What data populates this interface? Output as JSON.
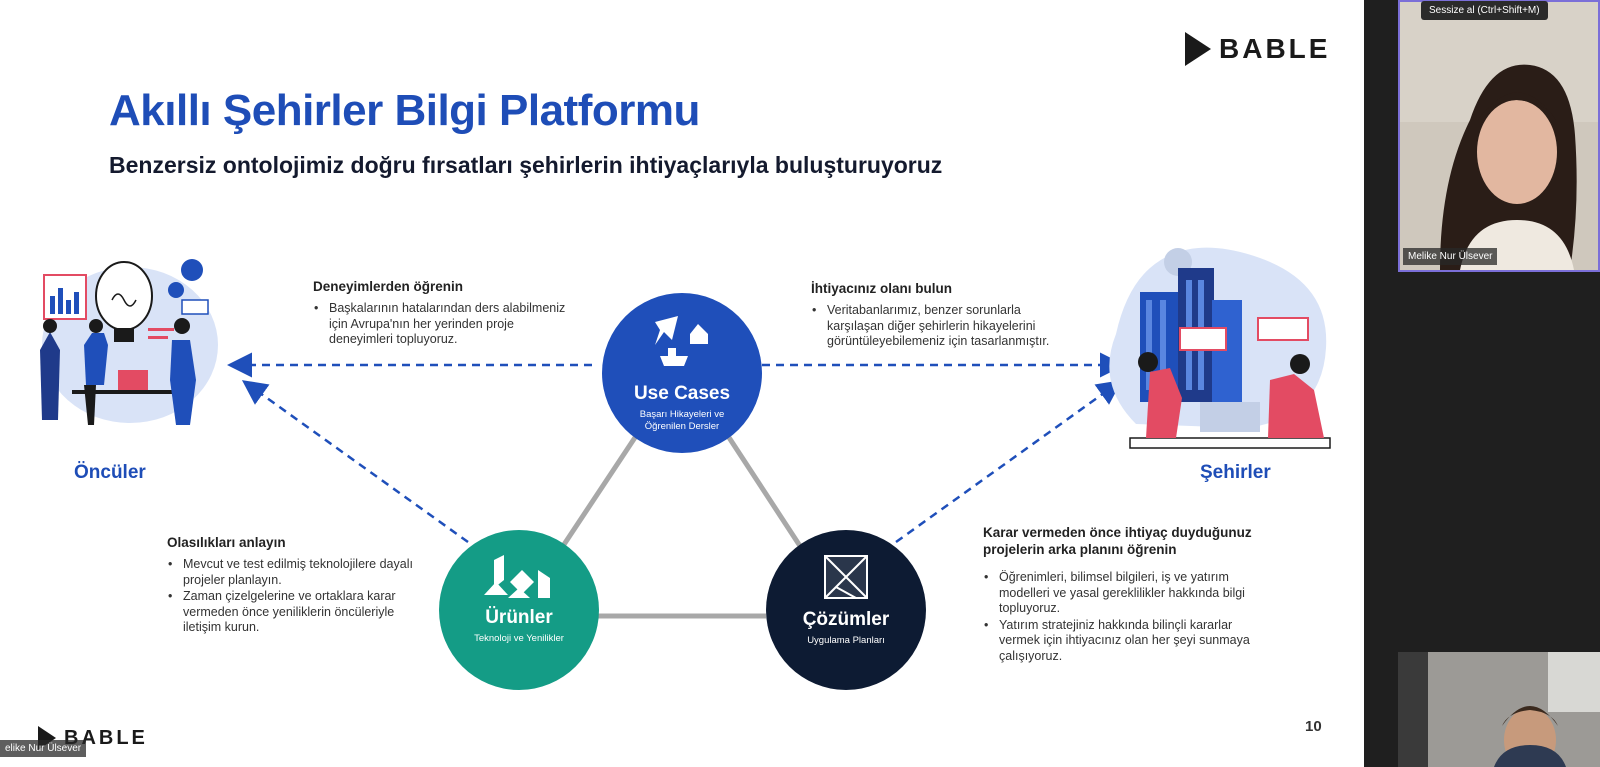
{
  "slide": {
    "brand": "BABLE",
    "title": "Akıllı Şehirler Bilgi Platformu",
    "subtitle": "Benzersiz ontolojimiz doğru fırsatları şehirlerin ihtiyaçlarıyla buluşturuyoruz",
    "page_number": "10",
    "pioneers_label": "Öncüler",
    "cities_label": "Şehirler",
    "use_cases": {
      "title": "Use Cases",
      "line1": "Başarı Hikayeleri ve",
      "line2": "Öğrenilen Dersler"
    },
    "products": {
      "title": "Ürünler",
      "line1": "Teknoloji ve Yenilikler"
    },
    "solutions": {
      "title": "Çözümler",
      "line1": "Uygulama Planları"
    },
    "learn_block": {
      "heading": "Deneyimlerden öğrenin",
      "bullet1_l1": "Başkalarının hatalarından ders alabilmeniz",
      "bullet1_l2": "için Avrupa'nın her yerinden proje",
      "bullet1_l3": "deneyimleri topluyoruz."
    },
    "find_block": {
      "heading": "İhtiyacınız olanı bulun",
      "bullet1_l1": "Veritabanlarımız, benzer sorunlarla",
      "bullet1_l2": "karşılaşan diğer şehirlerin hikayelerini",
      "bullet1_l3": "görüntüleyebilemeniz için tasarlanmıştır."
    },
    "possibilities_block": {
      "heading": "Olasılıkları anlayın",
      "bullet1_l1": "Mevcut ve test edilmiş teknolojilere dayalı",
      "bullet1_l2": "projeler planlayın.",
      "bullet2_l1": "Zaman çizelgelerine ve ortaklara karar",
      "bullet2_l2": "vermeden önce yeniliklerin öncüleriyle",
      "bullet2_l3": "iletişim kurun."
    },
    "decide_block": {
      "heading_l1": "Karar vermeden önce ihtiyaç duyduğunuz",
      "heading_l2": "projelerin arka planını öğrenin",
      "bullet1_l1": "Öğrenimleri, bilimsel bilgileri, iş ve yatırım",
      "bullet1_l2": "modelleri ve yasal gereklilikler hakkında bilgi",
      "bullet1_l3": "topluyoruz.",
      "bullet2_l1": "Yatırım stratejiniz hakkında bilinçli kararlar",
      "bullet2_l2": "vermek için ihtiyacınız olan her şeyi sunmaya",
      "bullet2_l3": "çalışıyoruz."
    }
  },
  "meeting": {
    "mute_tooltip": "Sessize al (Ctrl+Shift+M)",
    "speaker_name": "Melike Nur Ülsever",
    "presenter_tag": "elike Nur Ülsever"
  },
  "colors": {
    "title_blue": "#1e4db7",
    "use_cases_circle": "#1f4fba",
    "products_circle": "#149c86",
    "solutions_circle": "#0d1b33",
    "arrow_blue": "#1f4fba",
    "connector_gray": "#a8a8a8",
    "speaker_border": "#7b6fd8"
  }
}
